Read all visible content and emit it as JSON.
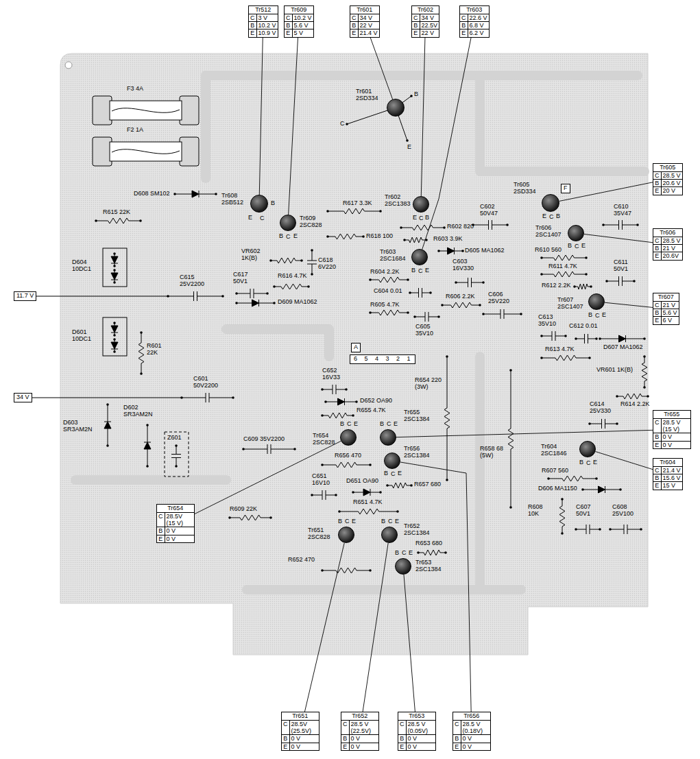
{
  "diagram": {
    "nodes": [
      {
        "text": [
          "Tr512",
          "C",
          "3 V",
          "B",
          "10.2 V",
          "E",
          "10.9 V"
        ]
      },
      {
        "text": [
          "Tr609",
          "C",
          "10.2 V",
          "B",
          "5.6 V",
          "E",
          "5 V"
        ]
      },
      {
        "text": [
          "Tr601",
          "C",
          "34 V",
          "B",
          "22 V",
          "E",
          "21.4 V"
        ]
      },
      {
        "text": [
          "Tr602",
          "C",
          "34 V",
          "B",
          "22.5V",
          "E",
          "22 V"
        ]
      },
      {
        "text": [
          "Tr603",
          "C",
          "22.6 V",
          "B",
          "6.8 V",
          "E",
          "6.2 V"
        ]
      },
      {
        "text": [
          "Tr601 2SD334"
        ]
      },
      {
        "text": [
          "Tr608 2SB512"
        ]
      },
      {
        "text": [
          "Tr609 2SC828"
        ]
      },
      {
        "text": [
          "Tr602 2SC1383"
        ]
      },
      {
        "text": [
          "Tr603 2SC1684"
        ]
      },
      {
        "text": [
          "Tr605",
          "C",
          "28.5 V",
          "B",
          "20.6 V",
          "E",
          "20 V"
        ]
      },
      {
        "text": [
          "Tr605 2SD334"
        ]
      },
      {
        "text": [
          "F"
        ]
      },
      {
        "text": [
          "Tr606",
          "C",
          "28.5 V",
          "B",
          "21 V",
          "E",
          "20.6V"
        ]
      },
      {
        "text": [
          "Tr606 2SC1407"
        ]
      },
      {
        "text": [
          "Tr607",
          "C",
          "21 V",
          "B",
          "5.6 V",
          "E",
          "6 V"
        ]
      },
      {
        "text": [
          "Tr607 2SC1407"
        ]
      },
      {
        "text": [
          "11.7 V"
        ]
      },
      {
        "text": [
          "34 V"
        ]
      },
      {
        "text": [
          "A"
        ]
      },
      {
        "text": [
          "6 5 4 3 2 1"
        ]
      },
      {
        "text": [
          "Tr655",
          "C",
          "28.5 V (15 V)",
          "B",
          "0 V",
          "E",
          "0 V"
        ]
      },
      {
        "text": [
          "Tr654 2SC828"
        ]
      },
      {
        "text": [
          "Tr655 2SC1384"
        ]
      },
      {
        "text": [
          "Tr656 2SC1384"
        ]
      },
      {
        "text": [
          "Tr604 2SC1846"
        ]
      },
      {
        "text": [
          "Tr604",
          "C",
          "21.4 V",
          "B",
          "15.6 V",
          "E",
          "15 V"
        ]
      },
      {
        "text": [
          "Tr654",
          "C",
          "28.5V (15 V)",
          "B",
          "0 V",
          "E",
          "0 V"
        ]
      },
      {
        "text": [
          "Tr651 2SC828"
        ]
      },
      {
        "text": [
          "Tr652 2SC1384"
        ]
      },
      {
        "text": [
          "Tr653 2SC1384"
        ]
      },
      {
        "text": [
          "Tr651",
          "C",
          "28.5V (25.5V)",
          "B",
          "0 V",
          "E",
          "0 V"
        ]
      },
      {
        "text": [
          "Tr652",
          "C",
          "28.5 V (22.5V)",
          "B",
          "0 V",
          "E",
          "0 V"
        ]
      },
      {
        "text": [
          "Tr653",
          "C",
          "28.5 V (0.05V)",
          "B",
          "0 V",
          "E",
          "0 V"
        ]
      },
      {
        "text": [
          "Tr656",
          "C",
          "28.5 V (0.18V)",
          "B",
          "0 V",
          "E",
          "0 V"
        ]
      }
    ],
    "edges": [
      {
        "from": 0,
        "to": 6,
        "arrow": "none"
      },
      {
        "from": 1,
        "to": 7,
        "arrow": "none"
      },
      {
        "from": 2,
        "to": 5,
        "arrow": "none"
      },
      {
        "from": 3,
        "to": 8,
        "arrow": "none"
      },
      {
        "from": 4,
        "to": 9,
        "arrow": "none"
      },
      {
        "from": 10,
        "to": 11,
        "arrow": "none"
      },
      {
        "from": 13,
        "to": 14,
        "arrow": "none"
      },
      {
        "from": 15,
        "to": 16,
        "arrow": "none"
      },
      {
        "from": 21,
        "to": 23,
        "arrow": "none"
      },
      {
        "from": 26,
        "to": 25,
        "arrow": "none"
      },
      {
        "from": 27,
        "to": 22,
        "arrow": "none"
      },
      {
        "from": 31,
        "to": 28,
        "arrow": "none"
      },
      {
        "from": 32,
        "to": 29,
        "arrow": "none"
      },
      {
        "from": 33,
        "to": 30,
        "arrow": "none"
      },
      {
        "from": 34,
        "to": 24,
        "arrow": "none"
      }
    ],
    "labels": [
      "F3 4A",
      "F2 1A",
      "D608 SM102",
      "R615 22K",
      "D604 10DC1",
      "C615 25V2200",
      "D601 10DC1",
      "R601 22K",
      "C601 50V2200",
      "D603 SR3AM2N",
      "D602 SR3AM2N",
      "Z601",
      "C609 35V2200",
      "R609 22K",
      "VR602 1K(B)",
      "C617 50V1",
      "R616 4.7K",
      "D609 MA1062",
      "C618 6V220",
      "R617 3.3K",
      "R618 100",
      "R602 820",
      "R603 3.9K",
      "C602 50V47",
      "D605 MA1062",
      "C603 16V330",
      "R604 2.2K",
      "C604 0.01",
      "R605 4.7K",
      "R606 2.2K",
      "C605 35V10",
      "C606 25V220",
      "C610 35V47",
      "R610 560",
      "R611 4.7K",
      "C611 50V1",
      "R612 2.2K",
      "C613 35V10",
      "C612 0.01",
      "D607 MA1062",
      "R613 4.7K",
      "VR601 1K(B)",
      "C652 16V33",
      "D652 OA90",
      "R655 4.7K",
      "R654 220 (3W)",
      "R658 68 (5W)",
      "R614 2.2K",
      "C614 25V330",
      "C651 16V10",
      "R656 470",
      "R657 680",
      "D651 OA90",
      "R651 4.7K",
      "R653 680",
      "R652 470",
      "R607 560",
      "D606 MA1150",
      "R608 10K",
      "C607 50V1",
      "C608 25V100",
      "B",
      "C",
      "E",
      "E",
      "C",
      "B",
      "B",
      "C",
      "E",
      "E",
      "C",
      "B",
      "B",
      "C",
      "E",
      "E",
      "C",
      "B",
      "B",
      "C",
      "E",
      "B",
      "C",
      "E",
      "B",
      "C",
      "E",
      "B",
      "C",
      "E",
      "B",
      "C",
      "E",
      "B",
      "C",
      "E",
      "B",
      "C",
      "E",
      "B",
      "C",
      "E",
      "B",
      "C",
      "E"
    ]
  }
}
